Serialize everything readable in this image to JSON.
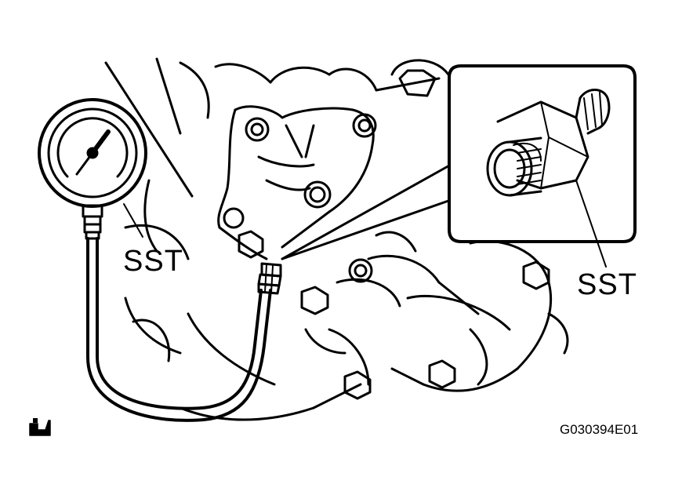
{
  "labels": {
    "sst_left": "SST",
    "sst_right": "SST",
    "figure_code": "G030394E01"
  },
  "icons": {
    "corner_icon": "oil-can-icon"
  },
  "colors": {
    "ink": "#000000",
    "paper": "#ffffff"
  }
}
